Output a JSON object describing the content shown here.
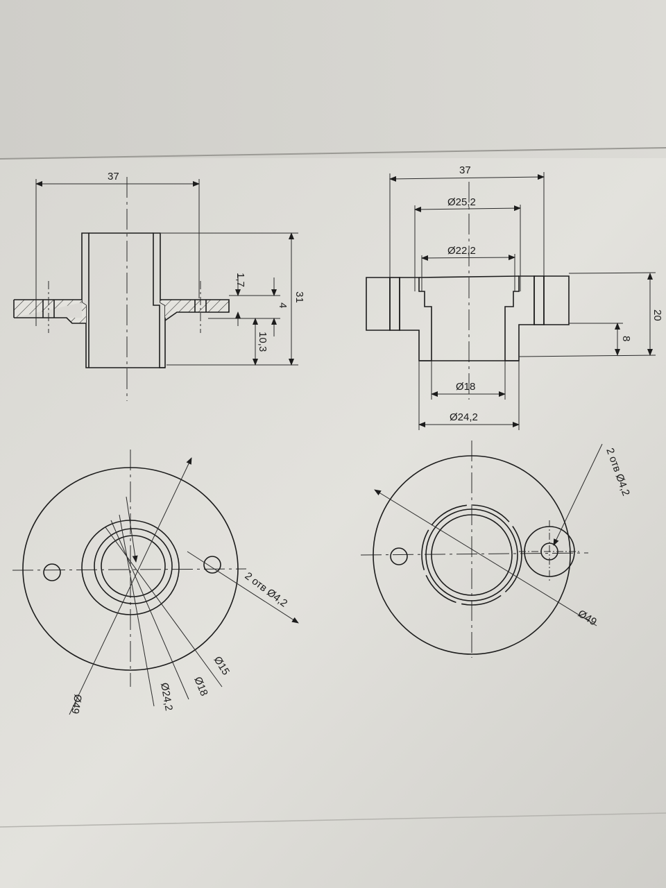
{
  "left": {
    "section": {
      "width": "37",
      "height": "31",
      "flange_thickness": "4",
      "step": "1,7",
      "lower": "10,3"
    },
    "plan": {
      "holes": "2 отв Ø4,2",
      "outer": "Ø49",
      "inner": "Ø15",
      "bore": "Ø18",
      "boss": "Ø24,2"
    }
  },
  "right": {
    "section": {
      "width": "37",
      "top_dia": "Ø25,2",
      "mid_dia": "Ø22,2",
      "height": "20",
      "flange_h": "8",
      "bottom_bore": "Ø18",
      "bottom_outer": "Ø24,2"
    },
    "plan": {
      "holes": "2 отв Ø4,2",
      "outer": "Ø49"
    }
  }
}
